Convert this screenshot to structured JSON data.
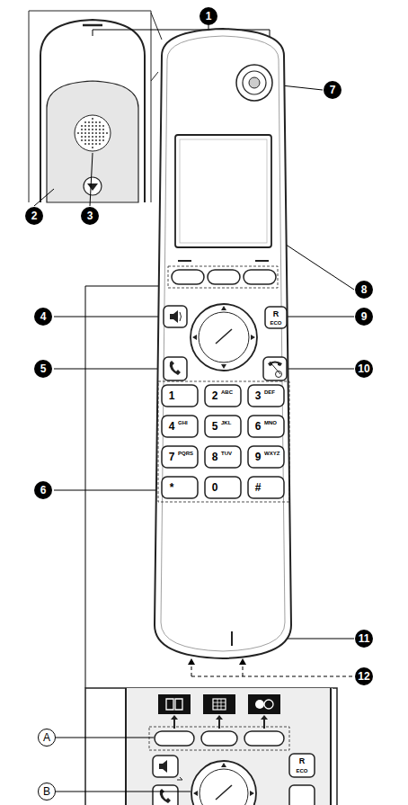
{
  "diagram": {
    "labels": [
      "1",
      "2",
      "3",
      "4",
      "5",
      "6",
      "7",
      "8",
      "9",
      "10",
      "11",
      "12",
      "A",
      "B",
      "1",
      "2",
      "3",
      "4",
      "5",
      "6",
      "7",
      "8",
      "9",
      "*",
      "0",
      "#",
      "ABC",
      "DEF",
      "GHI",
      "JKL",
      "MNO",
      "PQRS",
      "TUV",
      "WXYZ",
      "R",
      "ECO",
      "R",
      "ECO"
    ]
  }
}
